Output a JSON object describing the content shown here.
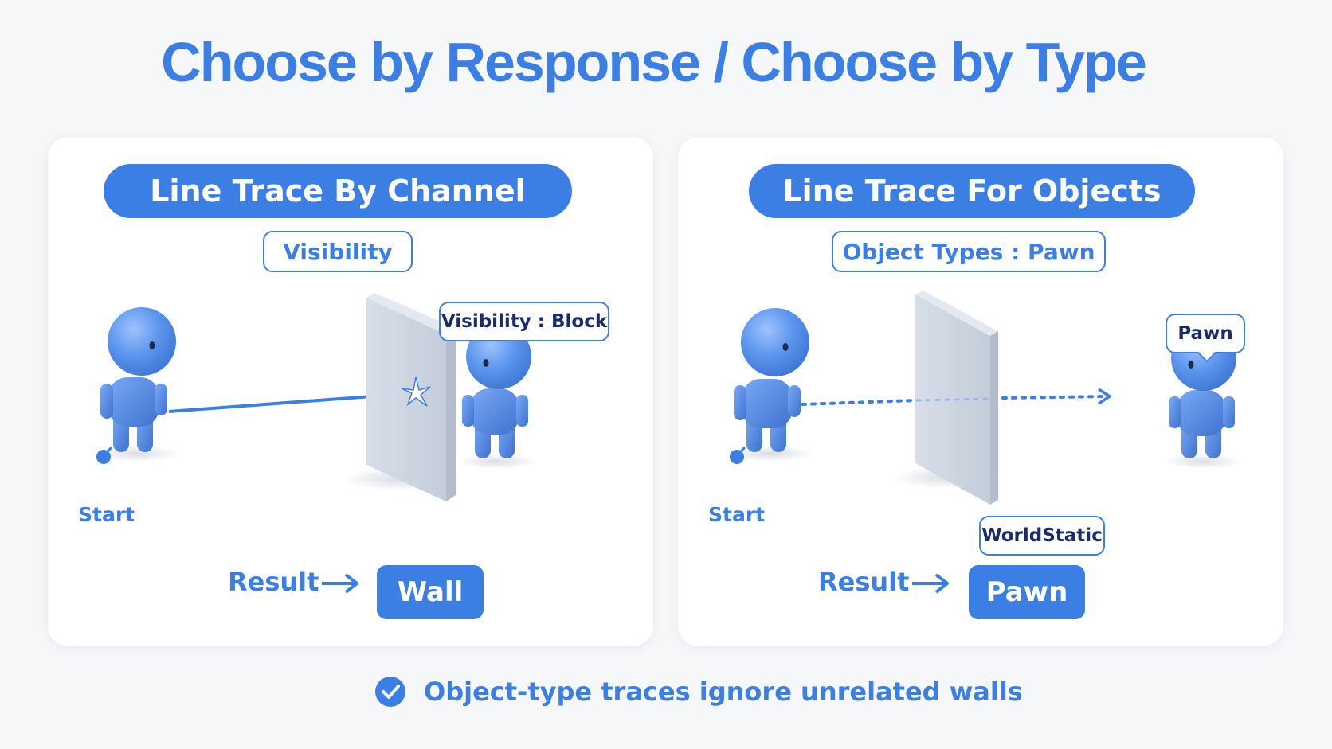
{
  "title": "Choose by Response / Choose by Type",
  "colors": {
    "accent": "#3b7fe4",
    "dark_text": "#1a2b6b",
    "wall": "#c9d1de",
    "background": "#f6f7f9"
  },
  "left_panel": {
    "heading": "Line Trace By Channel",
    "tag": "Visibility",
    "bubble": "Visibility : Block",
    "start_label": "Start",
    "result_label": "Result",
    "result_value": "Wall"
  },
  "right_panel": {
    "heading": "Line Trace For Objects",
    "tag": "Object Types : Pawn",
    "bubble_target": "Pawn",
    "bubble_wall": "WorldStatic",
    "start_label": "Start",
    "result_label": "Result",
    "result_value": "Pawn"
  },
  "footer": {
    "icon": "check-circle-icon",
    "text": "Object-type traces ignore unrelated walls"
  }
}
